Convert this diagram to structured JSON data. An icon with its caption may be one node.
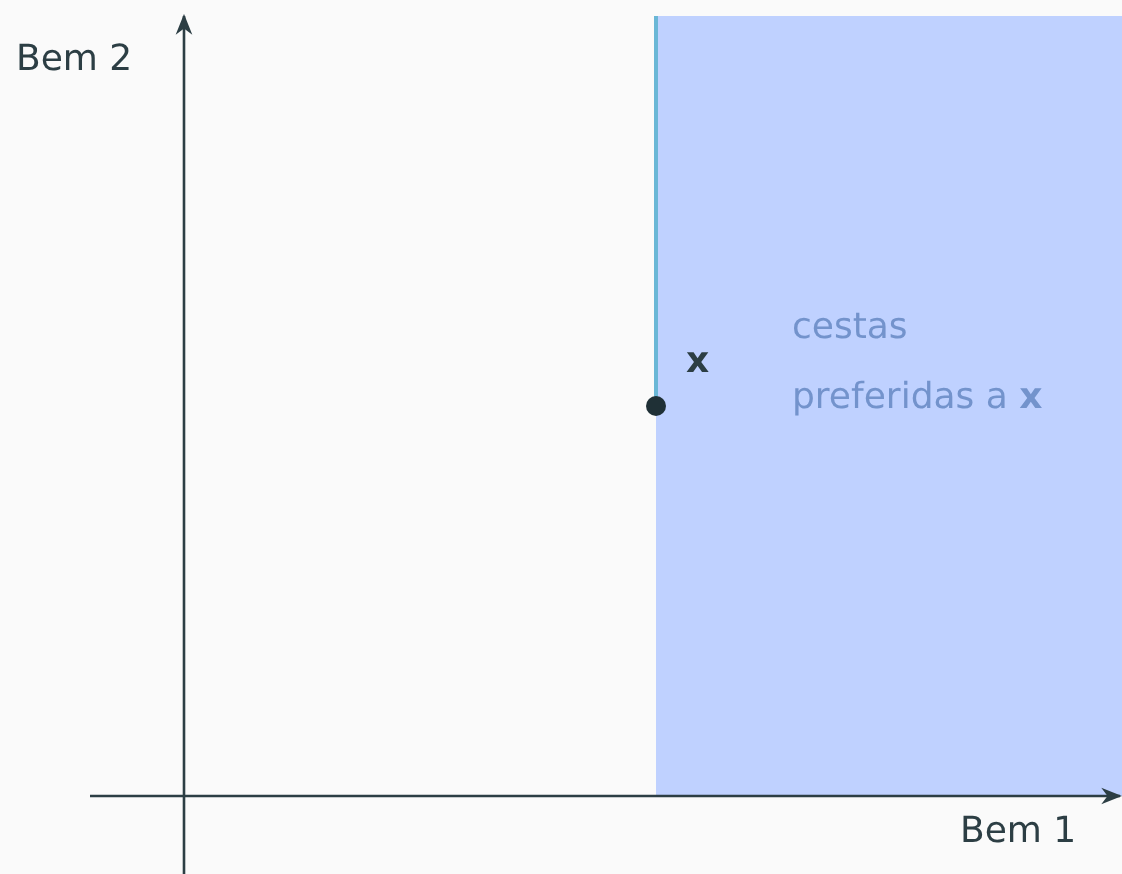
{
  "diagram": {
    "nodes": [
      {
        "text": [
          "cestas preferidas a **x**"
        ]
      }
    ],
    "labels": [
      "Bem 2",
      "x",
      "Bem 1"
    ]
  }
}
